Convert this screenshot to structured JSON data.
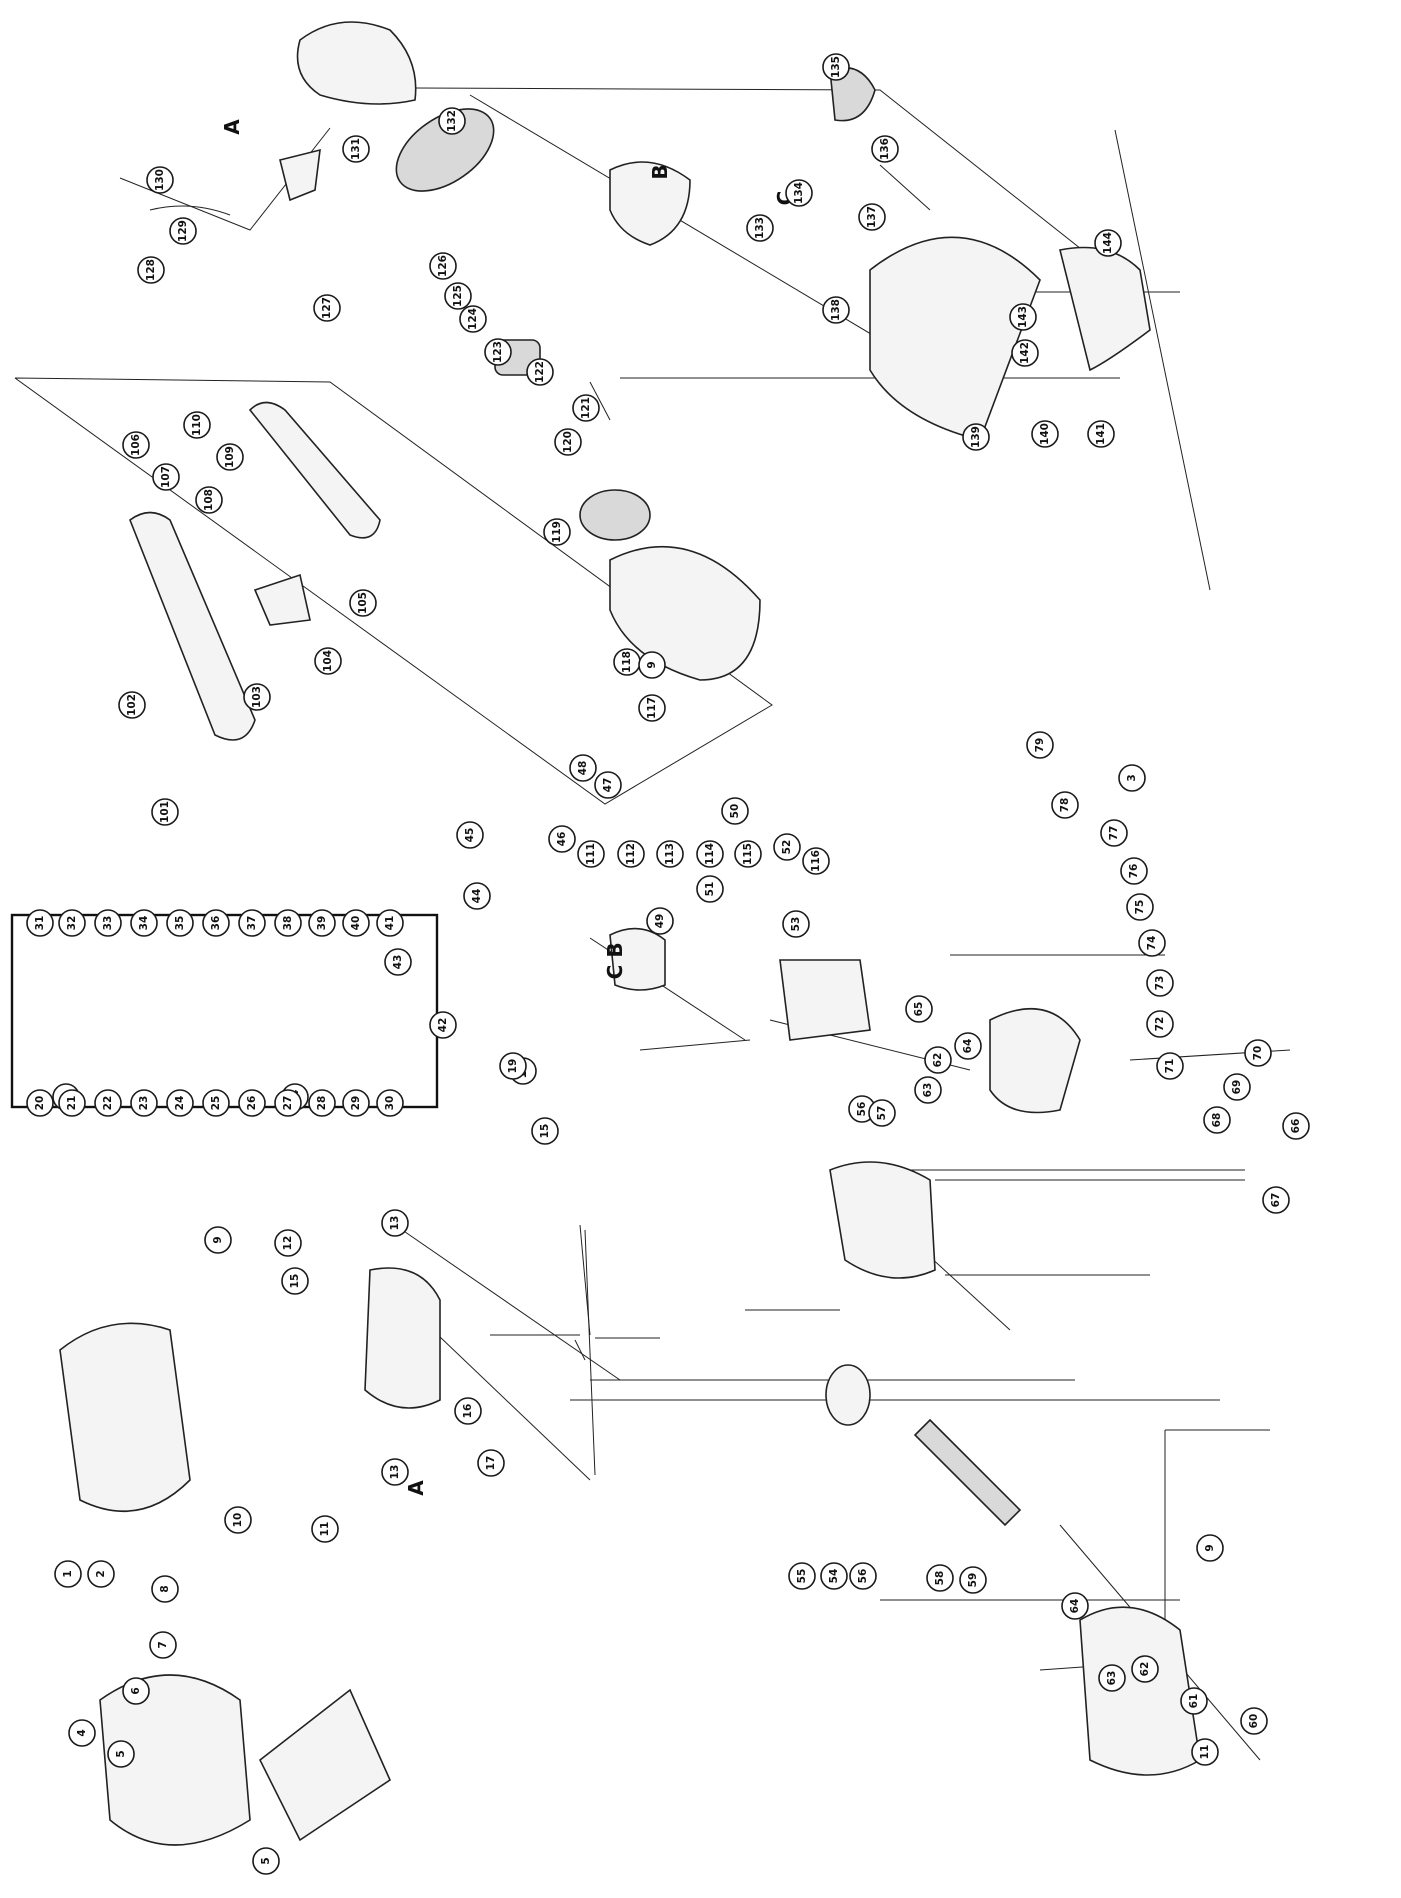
{
  "diagram": {
    "letters": [
      "A",
      "B",
      "C",
      "A",
      "B",
      "C"
    ],
    "labels": [
      "1",
      "2",
      "3",
      "4",
      "5",
      "5",
      "6",
      "7",
      "8",
      "9",
      "10",
      "11",
      "12",
      "13",
      "13",
      "14",
      "15",
      "15",
      "16",
      "17",
      "18",
      "19",
      "20",
      "21",
      "22",
      "23",
      "24",
      "25",
      "26",
      "27",
      "28",
      "29",
      "30",
      "31",
      "32",
      "33",
      "34",
      "35",
      "36",
      "37",
      "38",
      "39",
      "40",
      "41",
      "42",
      "43",
      "44",
      "45",
      "46",
      "47",
      "48",
      "49",
      "50",
      "51",
      "52",
      "53",
      "54",
      "55",
      "56",
      "56",
      "57",
      "58",
      "59",
      "60",
      "61",
      "62",
      "62",
      "63",
      "63",
      "64",
      "64",
      "65",
      "66",
      "67",
      "68",
      "69",
      "70",
      "71",
      "72",
      "73",
      "74",
      "75",
      "76",
      "77",
      "78",
      "79",
      "3",
      "11",
      "9",
      "101",
      "102",
      "103",
      "104",
      "105",
      "106",
      "107",
      "108",
      "109",
      "110",
      "111",
      "112",
      "113",
      "114",
      "115",
      "116",
      "117",
      "118",
      "9",
      "119",
      "120",
      "121",
      "122",
      "123",
      "124",
      "125",
      "126",
      "127",
      "128",
      "129",
      "130",
      "131",
      "132",
      "133",
      "134",
      "135",
      "136",
      "137",
      "138",
      "139",
      "140",
      "141",
      "142",
      "143",
      "144"
    ]
  }
}
